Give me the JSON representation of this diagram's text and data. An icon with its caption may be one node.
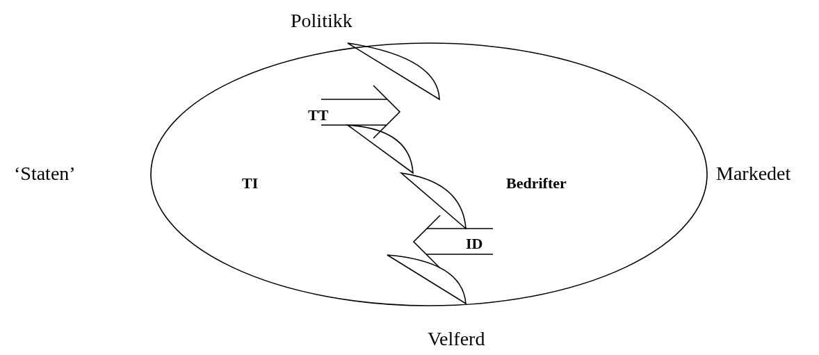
{
  "diagram": {
    "labels": [
      "Politikk",
      "TT",
      "‘Staten’",
      "TI",
      "Bedrifter",
      "Markedet",
      "ID",
      "Velferd"
    ]
  }
}
